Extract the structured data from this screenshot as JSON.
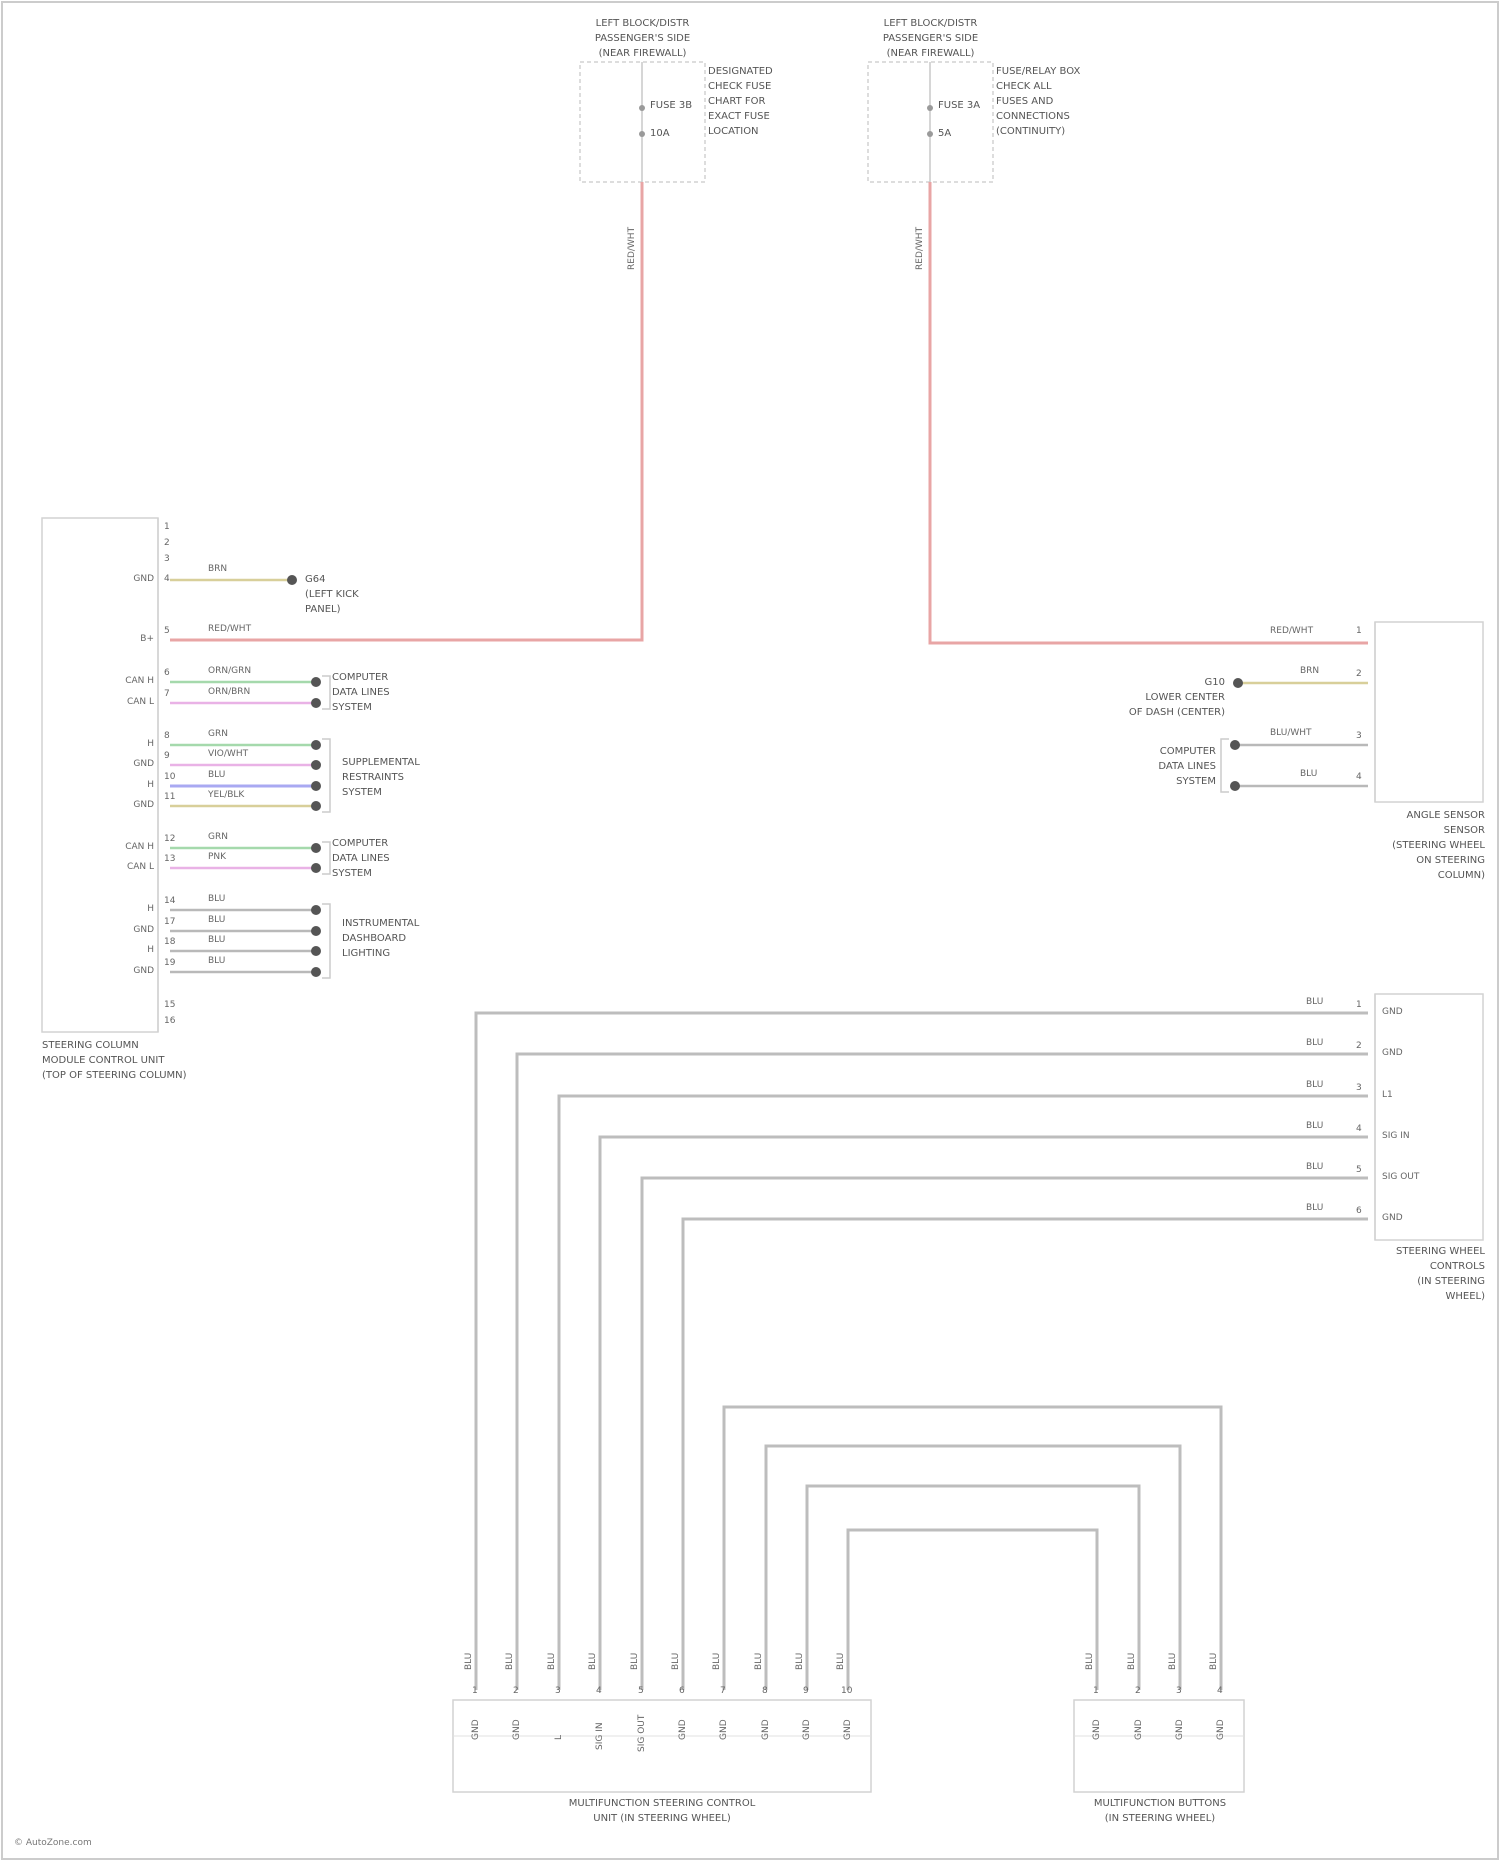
{
  "colors": {
    "red_wire": "#e8a5a5",
    "yellow_wire": "#d8cf9a",
    "green_wire": "#a5d9ac",
    "pink_wire": "#e9b2e6",
    "blue_wire": "#a9a9f2",
    "grey_wire": "#b9b9b9",
    "box_stroke": "#d2d2d2"
  },
  "icons": {
    "connector_dot": "filled-dot",
    "ground_terminal": "filled-dot"
  },
  "fuse_box_left": {
    "title": "LEFT BLOCK/DISTR\nPASSENGER'S SIDE\n(NEAR FIREWALL)",
    "fuse": "FUSE 3B",
    "amp": "10A",
    "note": "DESIGNATED\nCHECK FUSE\nCHART FOR\nEXACT FUSE\nLOCATION",
    "wire": "RED/WHT"
  },
  "fuse_box_right": {
    "title": "LEFT BLOCK/DISTR\nPASSENGER'S SIDE\n(NEAR FIREWALL)",
    "fuse": "FUSE 3A",
    "amp": "5A",
    "note": "FUSE/RELAY BOX\nCHECK ALL\nFUSES AND\nCONNECTIONS\n(CONTINUITY)",
    "wire": "RED/WHT"
  },
  "module_left": {
    "title": "STEERING COLUMN\nMODULE CONTROL UNIT\n(TOP OF STEERING COLUMN)",
    "top_pins": [
      "1",
      "2",
      "3"
    ],
    "bottom_pins": [
      "15",
      "16"
    ],
    "rows": [
      {
        "name": "GND",
        "num": "4",
        "wire": "BRN",
        "kind": "ground",
        "dest": "G64\n(LEFT KICK\nPANEL)"
      },
      {
        "name": "B+",
        "num": "5",
        "wire": "RED/WHT",
        "kind": "fuse-feed",
        "dest": ""
      },
      {
        "name": "CAN H",
        "num": "6",
        "wire": "ORN/GRN",
        "kind": "connector",
        "dest": ""
      },
      {
        "name": "CAN L",
        "num": "7",
        "wire": "ORN/BRN",
        "kind": "connector",
        "dest": ""
      },
      {
        "name": "H",
        "num": "8",
        "wire": "GRN",
        "kind": "connector",
        "dest": ""
      },
      {
        "name": "GND",
        "num": "9",
        "wire": "VIO/WHT",
        "kind": "connector",
        "dest": ""
      },
      {
        "name": "H",
        "num": "10",
        "wire": "BLU",
        "kind": "connector",
        "dest": ""
      },
      {
        "name": "GND",
        "num": "11",
        "wire": "YEL/BLK",
        "kind": "connector",
        "dest": ""
      },
      {
        "name": "CAN H",
        "num": "12",
        "wire": "GRN",
        "kind": "connector",
        "dest": ""
      },
      {
        "name": "CAN L",
        "num": "13",
        "wire": "PNK",
        "kind": "connector",
        "dest": ""
      },
      {
        "name": "H",
        "num": "14",
        "wire": "BLU",
        "kind": "connector",
        "dest": ""
      },
      {
        "name": "GND",
        "num": "17",
        "wire": "BLU",
        "kind": "connector",
        "dest": ""
      },
      {
        "name": "H",
        "num": "18",
        "wire": "BLU",
        "kind": "connector",
        "dest": ""
      },
      {
        "name": "GND",
        "num": "19",
        "wire": "BLU",
        "kind": "connector",
        "dest": ""
      }
    ],
    "groups": [
      {
        "text": "COMPUTER\nDATA LINES\nSYSTEM"
      },
      {
        "text": "SUPPLEMENTAL\nRESTRAINTS\nSYSTEM"
      },
      {
        "text": "COMPUTER\nDATA LINES\nSYSTEM"
      },
      {
        "text": "INSTRUMENTAL\nDASHBOARD\nLIGHTING"
      }
    ]
  },
  "sensor_right": {
    "title": "ANGLE SENSOR\nSENSOR\n(STEERING WHEEL\nON STEERING\nCOLUMN)",
    "rows": [
      {
        "num": "1",
        "wire": "RED/WHT",
        "kind": "feed",
        "dest": ""
      },
      {
        "num": "2",
        "wire": "BRN",
        "kind": "ground",
        "dest": "G10\nLOWER CENTER\nOF DASH (CENTER)"
      },
      {
        "num": "3",
        "wire": "BLU/WHT",
        "kind": "connector",
        "dest": ""
      },
      {
        "num": "4",
        "wire": "BLU",
        "kind": "connector",
        "dest": ""
      }
    ],
    "group": "COMPUTER\nDATA LINES\nSYSTEM"
  },
  "steering_switch": {
    "title": "STEERING WHEEL\nCONTROLS\n(IN STEERING\nWHEEL)",
    "rows": [
      {
        "num": "1",
        "wire": "BLU",
        "pin": "GND"
      },
      {
        "num": "2",
        "wire": "BLU",
        "pin": "GND"
      },
      {
        "num": "3",
        "wire": "BLU",
        "pin": "L1"
      },
      {
        "num": "4",
        "wire": "BLU",
        "pin": "SIG IN"
      },
      {
        "num": "5",
        "wire": "BLU",
        "pin": "SIG OUT"
      },
      {
        "num": "6",
        "wire": "BLU",
        "pin": "GND"
      }
    ]
  },
  "multifunction_unit": {
    "title": "MULTIFUNCTION STEERING CONTROL\nUNIT (IN STEERING WHEEL)",
    "pins": [
      {
        "num": "1",
        "wire": "BLU",
        "sig": "GND"
      },
      {
        "num": "2",
        "wire": "BLU",
        "sig": "GND"
      },
      {
        "num": "3",
        "wire": "BLU",
        "sig": "L"
      },
      {
        "num": "4",
        "wire": "BLU",
        "sig": "SIG IN"
      },
      {
        "num": "5",
        "wire": "BLU",
        "sig": "SIG OUT"
      },
      {
        "num": "6",
        "wire": "BLU",
        "sig": "GND"
      },
      {
        "num": "7",
        "wire": "BLU",
        "sig": "GND"
      },
      {
        "num": "8",
        "wire": "BLU",
        "sig": "GND"
      },
      {
        "num": "9",
        "wire": "BLU",
        "sig": "GND"
      },
      {
        "num": "10",
        "wire": "BLU",
        "sig": "GND"
      }
    ]
  },
  "button_module": {
    "title": "MULTIFUNCTION BUTTONS\n(IN STEERING WHEEL)",
    "pins": [
      {
        "num": "1",
        "wire": "BLU",
        "sig": "GND"
      },
      {
        "num": "2",
        "wire": "BLU",
        "sig": "GND"
      },
      {
        "num": "3",
        "wire": "BLU",
        "sig": "GND"
      },
      {
        "num": "4",
        "wire": "BLU",
        "sig": "GND"
      }
    ]
  },
  "footer": "© AutoZone.com"
}
